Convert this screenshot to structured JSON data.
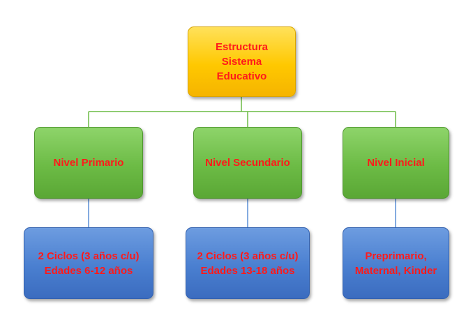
{
  "diagram": {
    "root": {
      "label": "Estructura\nSistema\nEducativo"
    },
    "levels": [
      {
        "label": "Nivel Primario",
        "detail": "2 Ciclos (3 años c/u)\nEdades 6-12 años"
      },
      {
        "label": "Nivel Secundario",
        "detail": "2 Ciclos (3 años c/u)\nEdades 13-18 años"
      },
      {
        "label": "Nivel Inicial",
        "detail": "Preprimario,\nMaternal, Kinder"
      }
    ]
  },
  "colors": {
    "text": "#ff1a1a",
    "root_fill": "#ffc800",
    "level_fill": "#6cbb45",
    "detail_fill": "#4a7fd0",
    "connector_top": "#6cbb45",
    "connector_bottom": "#5b8fd6"
  }
}
